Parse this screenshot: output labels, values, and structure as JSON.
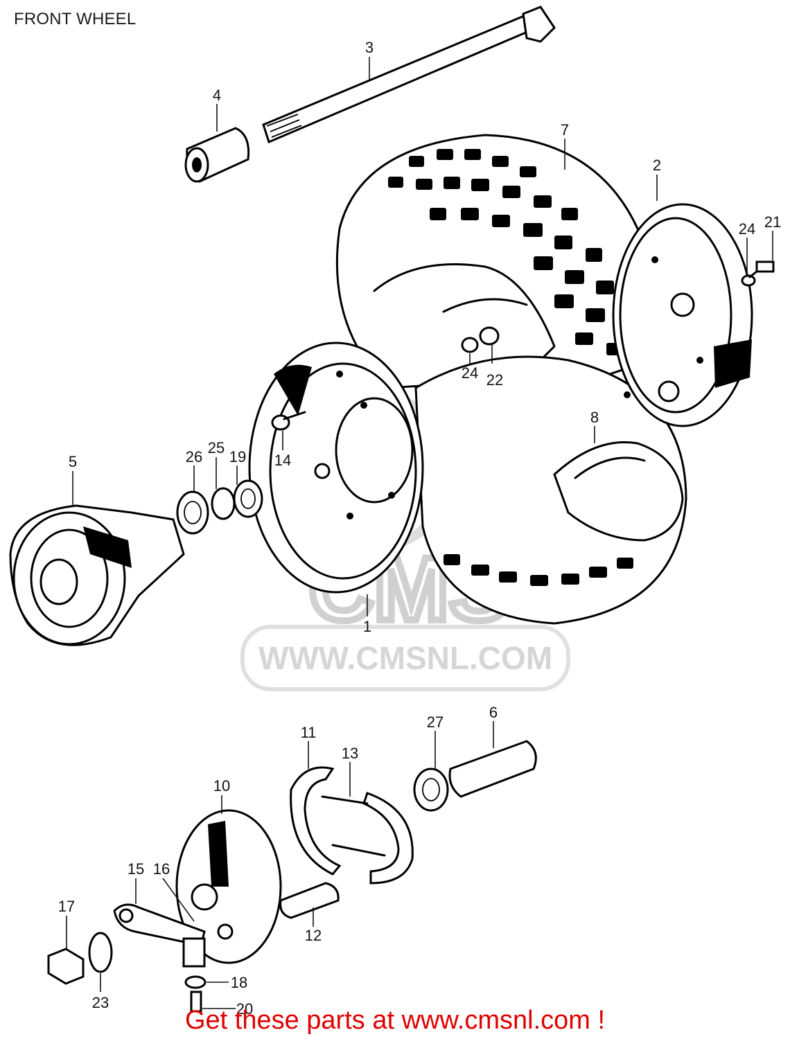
{
  "title": "FRONT WHEEL",
  "watermark": {
    "logo_text": "CMS",
    "url": "WWW.CMSNL.COM"
  },
  "footer": {
    "text": "Get these parts at www.cmsnl.com !",
    "color": "#e00000"
  },
  "callouts": [
    {
      "id": "callout-1",
      "label": "1"
    },
    {
      "id": "callout-2",
      "label": "2"
    },
    {
      "id": "callout-3",
      "label": "3"
    },
    {
      "id": "callout-4",
      "label": "4"
    },
    {
      "id": "callout-5",
      "label": "5"
    },
    {
      "id": "callout-6",
      "label": "6"
    },
    {
      "id": "callout-7",
      "label": "7"
    },
    {
      "id": "callout-8",
      "label": "8"
    },
    {
      "id": "callout-10",
      "label": "10"
    },
    {
      "id": "callout-11",
      "label": "11"
    },
    {
      "id": "callout-12",
      "label": "12"
    },
    {
      "id": "callout-13",
      "label": "13"
    },
    {
      "id": "callout-14",
      "label": "14"
    },
    {
      "id": "callout-15",
      "label": "15"
    },
    {
      "id": "callout-16",
      "label": "16"
    },
    {
      "id": "callout-17",
      "label": "17"
    },
    {
      "id": "callout-18",
      "label": "18"
    },
    {
      "id": "callout-19",
      "label": "19"
    },
    {
      "id": "callout-20",
      "label": "20"
    },
    {
      "id": "callout-21",
      "label": "21"
    },
    {
      "id": "callout-22",
      "label": "22"
    },
    {
      "id": "callout-23",
      "label": "23"
    },
    {
      "id": "callout-24a",
      "label": "24"
    },
    {
      "id": "callout-24b",
      "label": "24"
    },
    {
      "id": "callout-25",
      "label": "25"
    },
    {
      "id": "callout-26",
      "label": "26"
    },
    {
      "id": "callout-27",
      "label": "27"
    }
  ]
}
